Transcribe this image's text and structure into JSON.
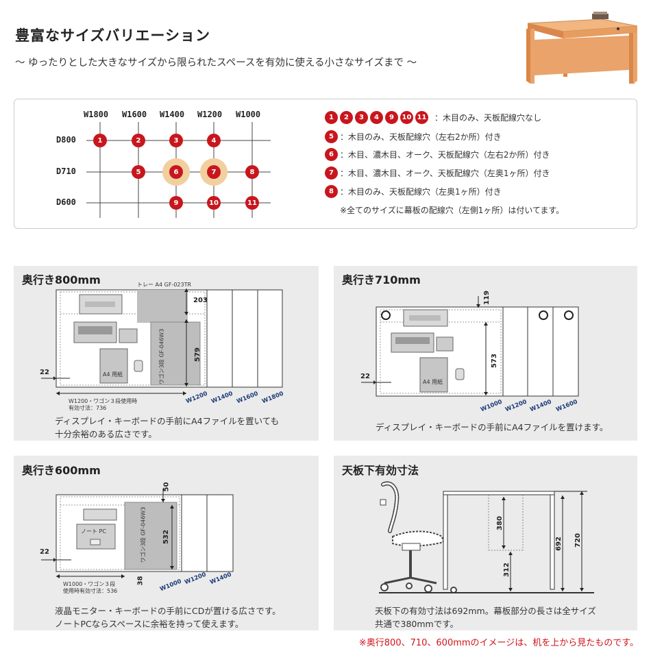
{
  "header": {
    "title": "豊富なサイズバリエーション",
    "subtitle": "〜 ゆったりとした大きなサイズから限られたスペースを有効に使える小さなサイズまで 〜"
  },
  "grid": {
    "widths": [
      "W1800",
      "W1600",
      "W1400",
      "W1200",
      "W1000"
    ],
    "depths": [
      "D800",
      "D710",
      "D600"
    ],
    "points": [
      {
        "n": "1",
        "col": 0,
        "row": 0,
        "halo": false
      },
      {
        "n": "2",
        "col": 1,
        "row": 0,
        "halo": false
      },
      {
        "n": "3",
        "col": 2,
        "row": 0,
        "halo": false
      },
      {
        "n": "4",
        "col": 3,
        "row": 0,
        "halo": false
      },
      {
        "n": "5",
        "col": 1,
        "row": 1,
        "halo": false
      },
      {
        "n": "6",
        "col": 2,
        "row": 1,
        "halo": true
      },
      {
        "n": "7",
        "col": 3,
        "row": 1,
        "halo": true
      },
      {
        "n": "8",
        "col": 4,
        "row": 1,
        "halo": false
      },
      {
        "n": "9",
        "col": 2,
        "row": 2,
        "halo": false
      },
      {
        "n": "10",
        "col": 3,
        "row": 2,
        "halo": false
      },
      {
        "n": "11",
        "col": 4,
        "row": 2,
        "halo": false
      }
    ]
  },
  "legend": {
    "group_numbers": [
      "1",
      "2",
      "3",
      "4",
      "9",
      "10",
      "11"
    ],
    "group_text": "：木目のみ、天板配線穴なし",
    "items": [
      {
        "n": "5",
        "text": "：木目のみ、天板配線穴（左右2か所）付き"
      },
      {
        "n": "6",
        "text": "：木目、濃木目、オーク、天板配線穴（左右2か所）付き"
      },
      {
        "n": "7",
        "text": "：木目、濃木目、オーク、天板配線穴（左奥1ヶ所）付き"
      },
      {
        "n": "8",
        "text": "：木目のみ、天板配線穴（左奥1ヶ所）付き"
      }
    ],
    "note": "※全てのサイズに幕板の配線穴（左側1ヶ所）は付いてます。"
  },
  "panels": {
    "d800": {
      "title": "奥行き800mm",
      "tray_label": "トレー A4 GF-023TR",
      "wagon_label": "ワゴン3段 GF-046W3",
      "paper_label": "A4 用紙",
      "dim_203": "203",
      "dim_579": "579",
      "dim_22": "22",
      "effective_note_1": "W1200・ワゴン３段使用時",
      "effective_note_2": "有効寸法：736",
      "widths": [
        "W1200",
        "W1400",
        "W1600",
        "W1800"
      ],
      "caption_1": "ディスプレイ・キーボードの手前にA4ファイルを置いても",
      "caption_2": "十分余裕のある広さです。"
    },
    "d710": {
      "title": "奥行き710mm",
      "dim_119": "119",
      "dim_573": "573",
      "dim_22": "22",
      "paper_label": "A4 用紙",
      "widths": [
        "W1000",
        "W1200",
        "W1400",
        "W1600"
      ],
      "caption": "ディスプレイ・キーボードの手前にA4ファイルを置けます。"
    },
    "d600": {
      "title": "奥行き600mm",
      "pc_label": "ノート PC",
      "wagon_label": "ワゴン3段 GF-046W3",
      "dim_50": "50",
      "dim_532": "532",
      "dim_38": "38",
      "dim_22": "22",
      "effective_note_1": "W1000・ワゴン３段",
      "effective_note_2": "使用時有効寸法：536",
      "widths": [
        "W1000",
        "W1200",
        "W1400"
      ],
      "caption_1": "液晶モニター・キーボードの手前にCDが置ける広さです。",
      "caption_2": "ノートPCならスペースに余裕を持って使えます。"
    },
    "under": {
      "title": "天板下有効寸法",
      "dim_380": "380",
      "dim_312": "312",
      "dim_692": "692",
      "dim_720": "720",
      "caption_1": "天板下の有効寸法は692mm。幕板部分の長さは全サイズ",
      "caption_2": "共通で380mmです。"
    }
  },
  "footer_note": "※奥行800、710、600mmのイメージは、机を上から見たものです。"
}
